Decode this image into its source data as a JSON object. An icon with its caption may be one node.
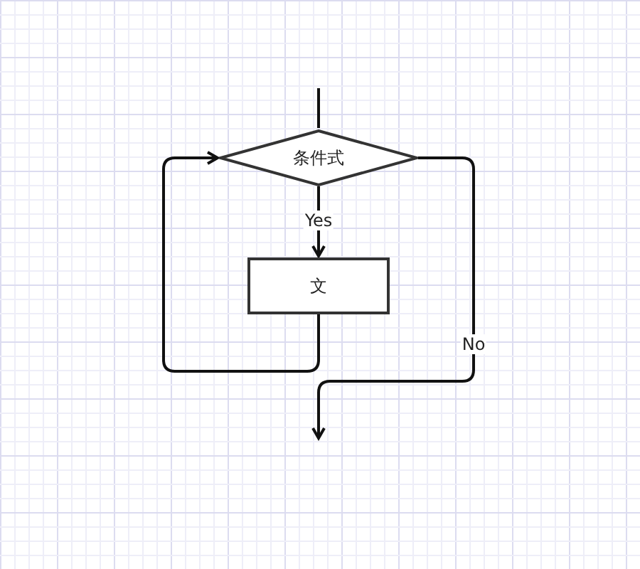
{
  "diagram": {
    "nodes": [
      {
        "text": [
          "条件式"
        ]
      },
      {
        "text": [
          "文"
        ]
      }
    ],
    "edges": [
      {
        "from": null,
        "to": 0,
        "arrow": "none"
      },
      {
        "from": 0,
        "to": 1,
        "arrow": "to",
        "label": "Yes"
      },
      {
        "from": 1,
        "to": 0,
        "arrow": "to"
      },
      {
        "from": 0,
        "to": null,
        "arrow": "to",
        "label": "No"
      }
    ]
  }
}
